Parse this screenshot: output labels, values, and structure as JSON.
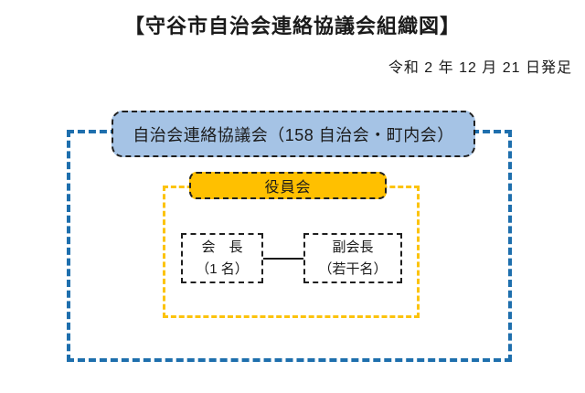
{
  "page": {
    "title": "【守谷市自治会連絡協議会組織図】",
    "date_note": "令和 2 年 12 月 21 日発足"
  },
  "diagram": {
    "council": {
      "label": "自治会連絡協議会（158 自治会・町内会）",
      "box_fill": "#a5c3e5",
      "boundary_color": "#1e6fad"
    },
    "board": {
      "label": "役員会",
      "box_fill": "#ffc000",
      "boundary_color": "#fcc30c"
    },
    "members": [
      {
        "title": "会　長",
        "count": "（1 名）"
      },
      {
        "title": "副会長",
        "count": "（若干名）"
      }
    ]
  }
}
